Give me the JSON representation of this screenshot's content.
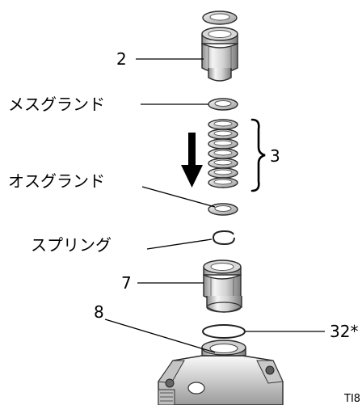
{
  "callouts": {
    "part_2": "2",
    "female_gland": "メスグランド",
    "part_3": "3",
    "male_gland": "オスグランド",
    "spring": "スプリング",
    "part_7": "7",
    "part_8": "8",
    "part_32": "32*"
  },
  "figure_id": "TI8"
}
